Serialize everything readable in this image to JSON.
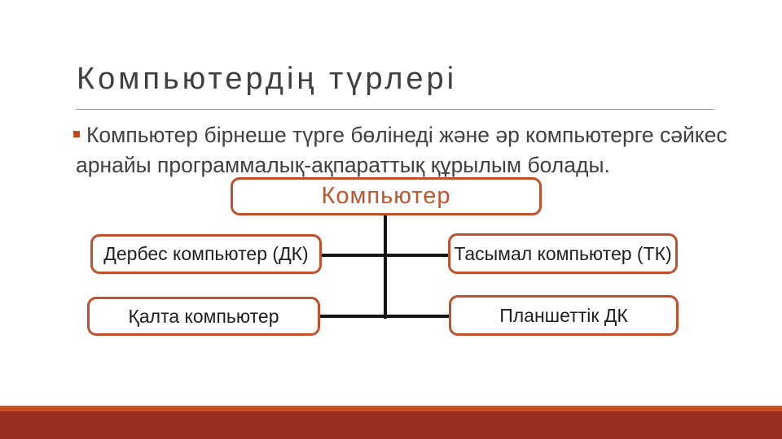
{
  "slide": {
    "title": "Компьютердің түрлері",
    "bullet": {
      "lines": [
        "Компьютер бірнеше түрге бөлінеді және әр компьютерге сәйкес",
        "арнайы программалық-ақпараттық құрылым болады."
      ]
    },
    "diagram": {
      "root": {
        "label": "Компьютер"
      },
      "children": [
        {
          "label": "Дербес компьютер (ДК)"
        },
        {
          "label": "Тасымал компьютер (ТК)"
        },
        {
          "label": "Қалта компьютер"
        },
        {
          "label": "Планшеттік ДК"
        }
      ]
    },
    "colors": {
      "accent_orange": "#C0512B",
      "root_text_orange": "#C4542C",
      "bullet_marker_orange": "#BE4A1E",
      "footer_accent_line": "#C8501F",
      "footer_band_red": "#9A2E1E",
      "title_text": "#3F3F3F",
      "body_text": "#404040",
      "node_text": "#1F1F1F",
      "connector_black": "#141414",
      "title_rule_gray": "#9B9B9B"
    }
  }
}
